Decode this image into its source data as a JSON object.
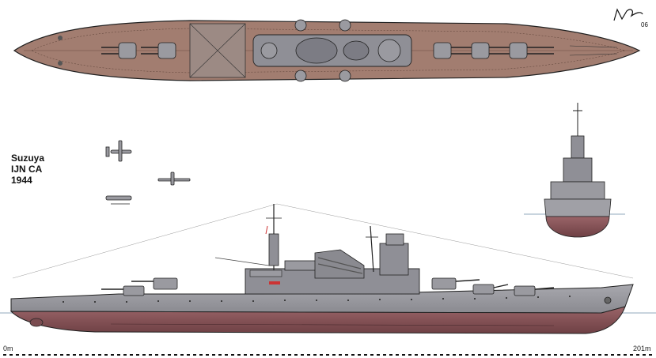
{
  "caption": {
    "ship_name": "Suzuya",
    "ship_type": "IJN CA",
    "year": "1944"
  },
  "signature": {
    "mark": "hand-signature",
    "year": "06"
  },
  "scale": {
    "start": "0m",
    "end": "201m"
  },
  "colors": {
    "deck": "#a27d70",
    "hull_grey": "#9a9aa0",
    "hull_red": "#8b5a5e",
    "superstructure": "#8f8f96",
    "outline": "#202020"
  }
}
